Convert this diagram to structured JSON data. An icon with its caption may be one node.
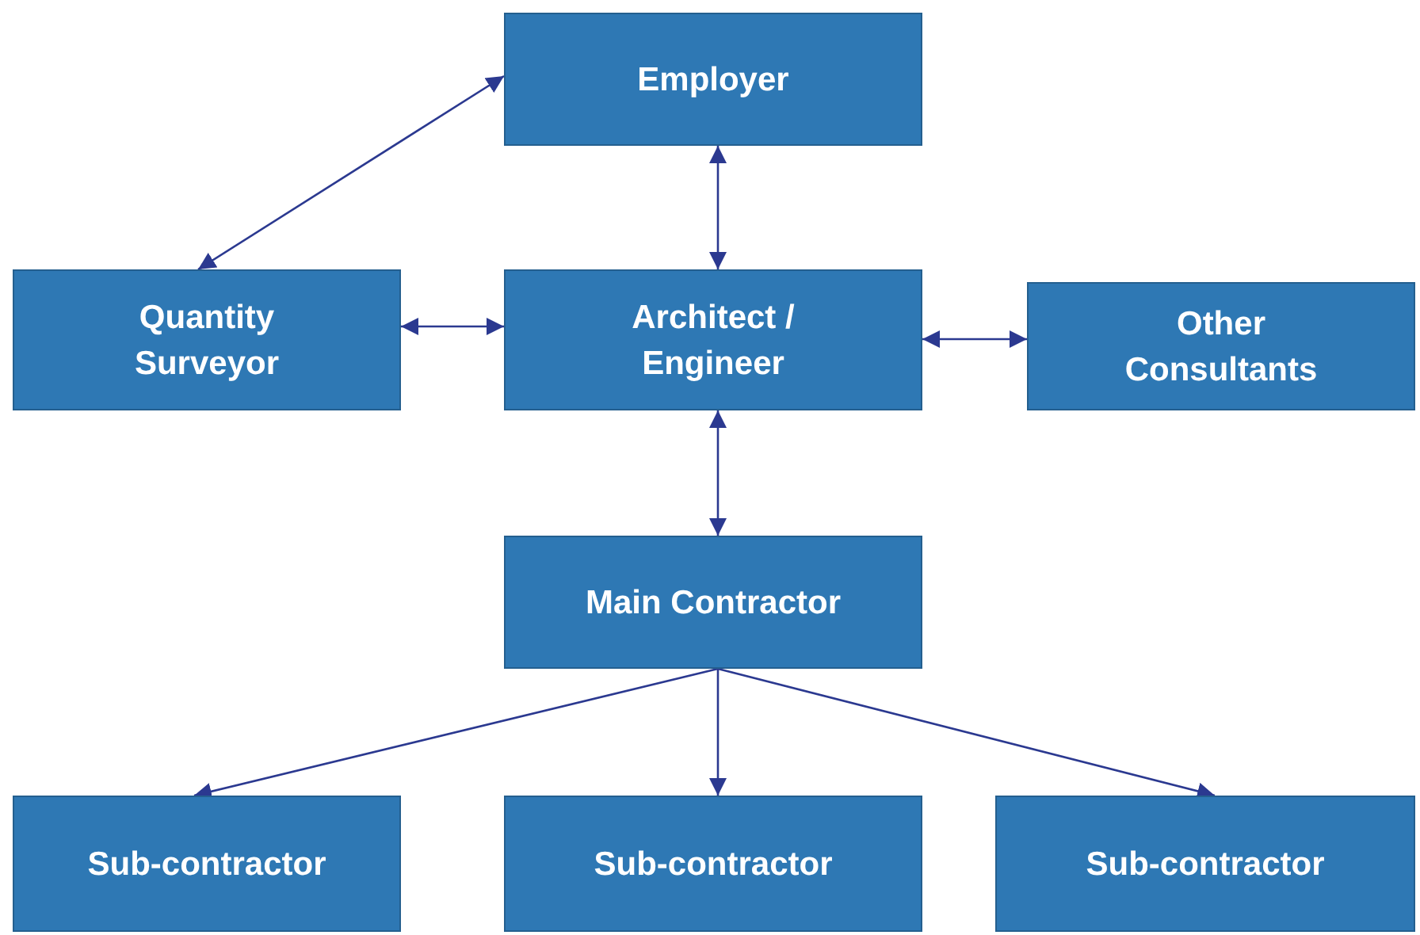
{
  "diagram": {
    "nodes": [
      {
        "text": [
          "Employer"
        ]
      },
      {
        "text": [
          "Quantity Surveyor"
        ]
      },
      {
        "text": [
          "Architect / Engineer"
        ]
      },
      {
        "text": [
          "Other Consultants"
        ]
      },
      {
        "text": [
          "Main Contractor"
        ]
      },
      {
        "text": [
          "Sub-contractor"
        ]
      },
      {
        "text": [
          "Sub-contractor"
        ]
      },
      {
        "text": [
          "Sub-contractor"
        ]
      }
    ],
    "edges": [
      {
        "from": 0,
        "to": 1,
        "arrow": "both"
      },
      {
        "from": 0,
        "to": 2,
        "arrow": "both"
      },
      {
        "from": 1,
        "to": 2,
        "arrow": "both"
      },
      {
        "from": 2,
        "to": 3,
        "arrow": "both"
      },
      {
        "from": 2,
        "to": 4,
        "arrow": "both"
      },
      {
        "from": 4,
        "to": 5,
        "arrow": "to"
      },
      {
        "from": 4,
        "to": 6,
        "arrow": "to"
      },
      {
        "from": 4,
        "to": 7,
        "arrow": "to"
      }
    ]
  }
}
